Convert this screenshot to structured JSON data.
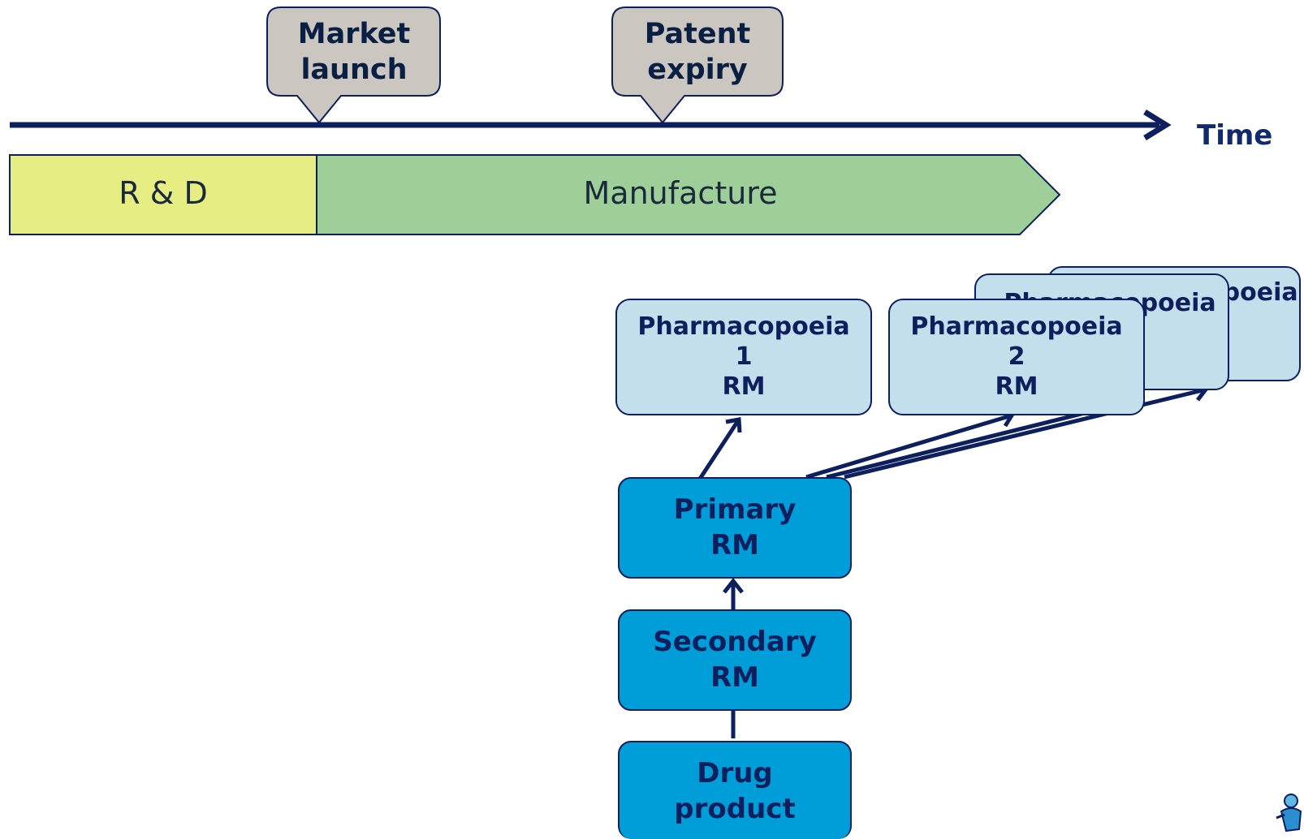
{
  "timeline": {
    "axis_label": "Time",
    "milestones": [
      {
        "line1": "Market",
        "line2": "launch"
      },
      {
        "line1": "Patent",
        "line2": "expiry"
      }
    ],
    "phases": [
      {
        "label": "R & D",
        "color": "#e6ee83"
      },
      {
        "label": "Manufacture",
        "color": "#9ecf98"
      }
    ]
  },
  "pharmacopoeias": [
    {
      "line1": "Pharmacopoeia",
      "line2": "1",
      "line3": "RM"
    },
    {
      "line1": "Pharmacopoeia",
      "line2": "2",
      "line3": "RM"
    },
    {
      "line1": "Pharmacopoeia"
    },
    {
      "line1": "Pharmacopoeia"
    }
  ],
  "materials": {
    "primary": {
      "line1": "Primary",
      "line2": "RM"
    },
    "secondary": {
      "line1": "Secondary",
      "line2": "RM"
    },
    "drug": {
      "line1": "Drug",
      "line2": "product"
    }
  },
  "colors": {
    "navy": "#0d1f5c",
    "callout_fill": "#cbc6bf",
    "pharmacopoeia_fill": "#c3dfec",
    "material_fill": "#009ed9"
  }
}
